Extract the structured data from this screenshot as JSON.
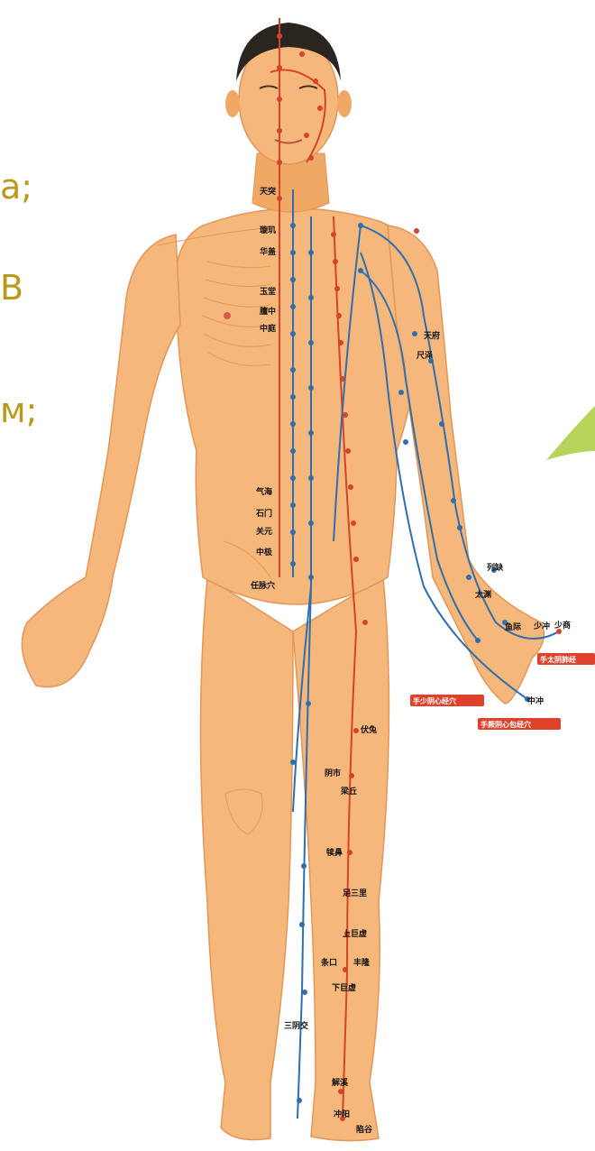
{
  "colors": {
    "skin": "#f6b77a",
    "skin_light": "#fcd6a8",
    "skin_dark": "#e3955a",
    "hair": "#2b2520",
    "meridian_red": "#d6432b",
    "meridian_blue": "#2f6fae",
    "side_text": "#b99a1e",
    "leaf_green": "#b6d35a",
    "legend_red": "#e0412d"
  },
  "side_text": {
    "line1": "a;",
    "line2": "B",
    "line3": "м;"
  },
  "body_labels": {
    "ren_mai": "任脉穴",
    "abdomen_1": "中极",
    "abdomen_2": "石门",
    "abdomen_3": "关元",
    "abdomen_4": "气海",
    "chest_1": "中庭",
    "chest_2": "膻中",
    "chest_3": "玉堂",
    "chest_4": "华盖",
    "chest_5": "璇玑",
    "chest_6": "天突",
    "leg_1": "伏兔",
    "leg_2": "阴市",
    "leg_3": "梁丘",
    "leg_4": "犊鼻",
    "leg_5": "足三里",
    "leg_6": "上巨虚",
    "leg_7": "下巨虚",
    "leg_8": "条口",
    "leg_9": "丰隆",
    "leg_10": "三阴交",
    "foot_1": "解溪",
    "foot_2": "冲阳",
    "foot_3": "陷谷",
    "arm_1": "少商",
    "arm_2": "鱼际",
    "arm_3": "太渊",
    "arm_4": "列缺",
    "arm_5": "尺泽",
    "arm_6": "天府",
    "arm_7": "中冲",
    "arm_8": "少冲"
  },
  "legend": {
    "lung": "手太阴肺经",
    "heart": "手少阴心经穴",
    "pericardium": "手厥阴心包经穴"
  }
}
